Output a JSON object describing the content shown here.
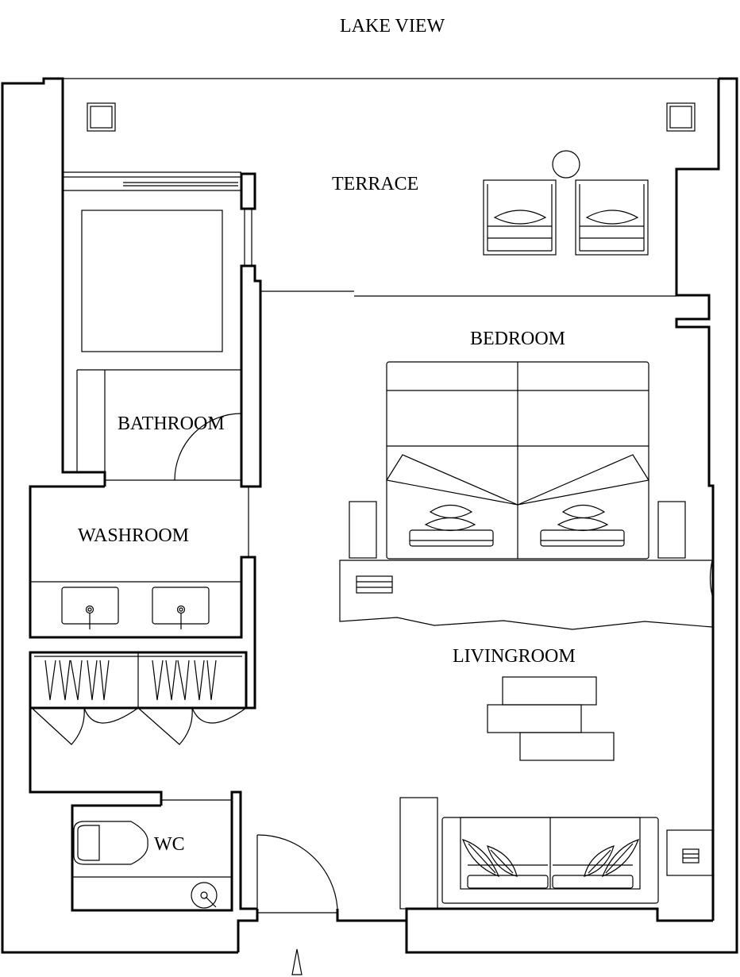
{
  "labels": {
    "view": "LAKE VIEW",
    "terrace": "TERRACE",
    "bedroom": "BEDROOM",
    "bathroom": "BATHROOM",
    "washroom": "WASHROOM",
    "livingroom": "LIVINGROOM",
    "wc": "WC"
  }
}
